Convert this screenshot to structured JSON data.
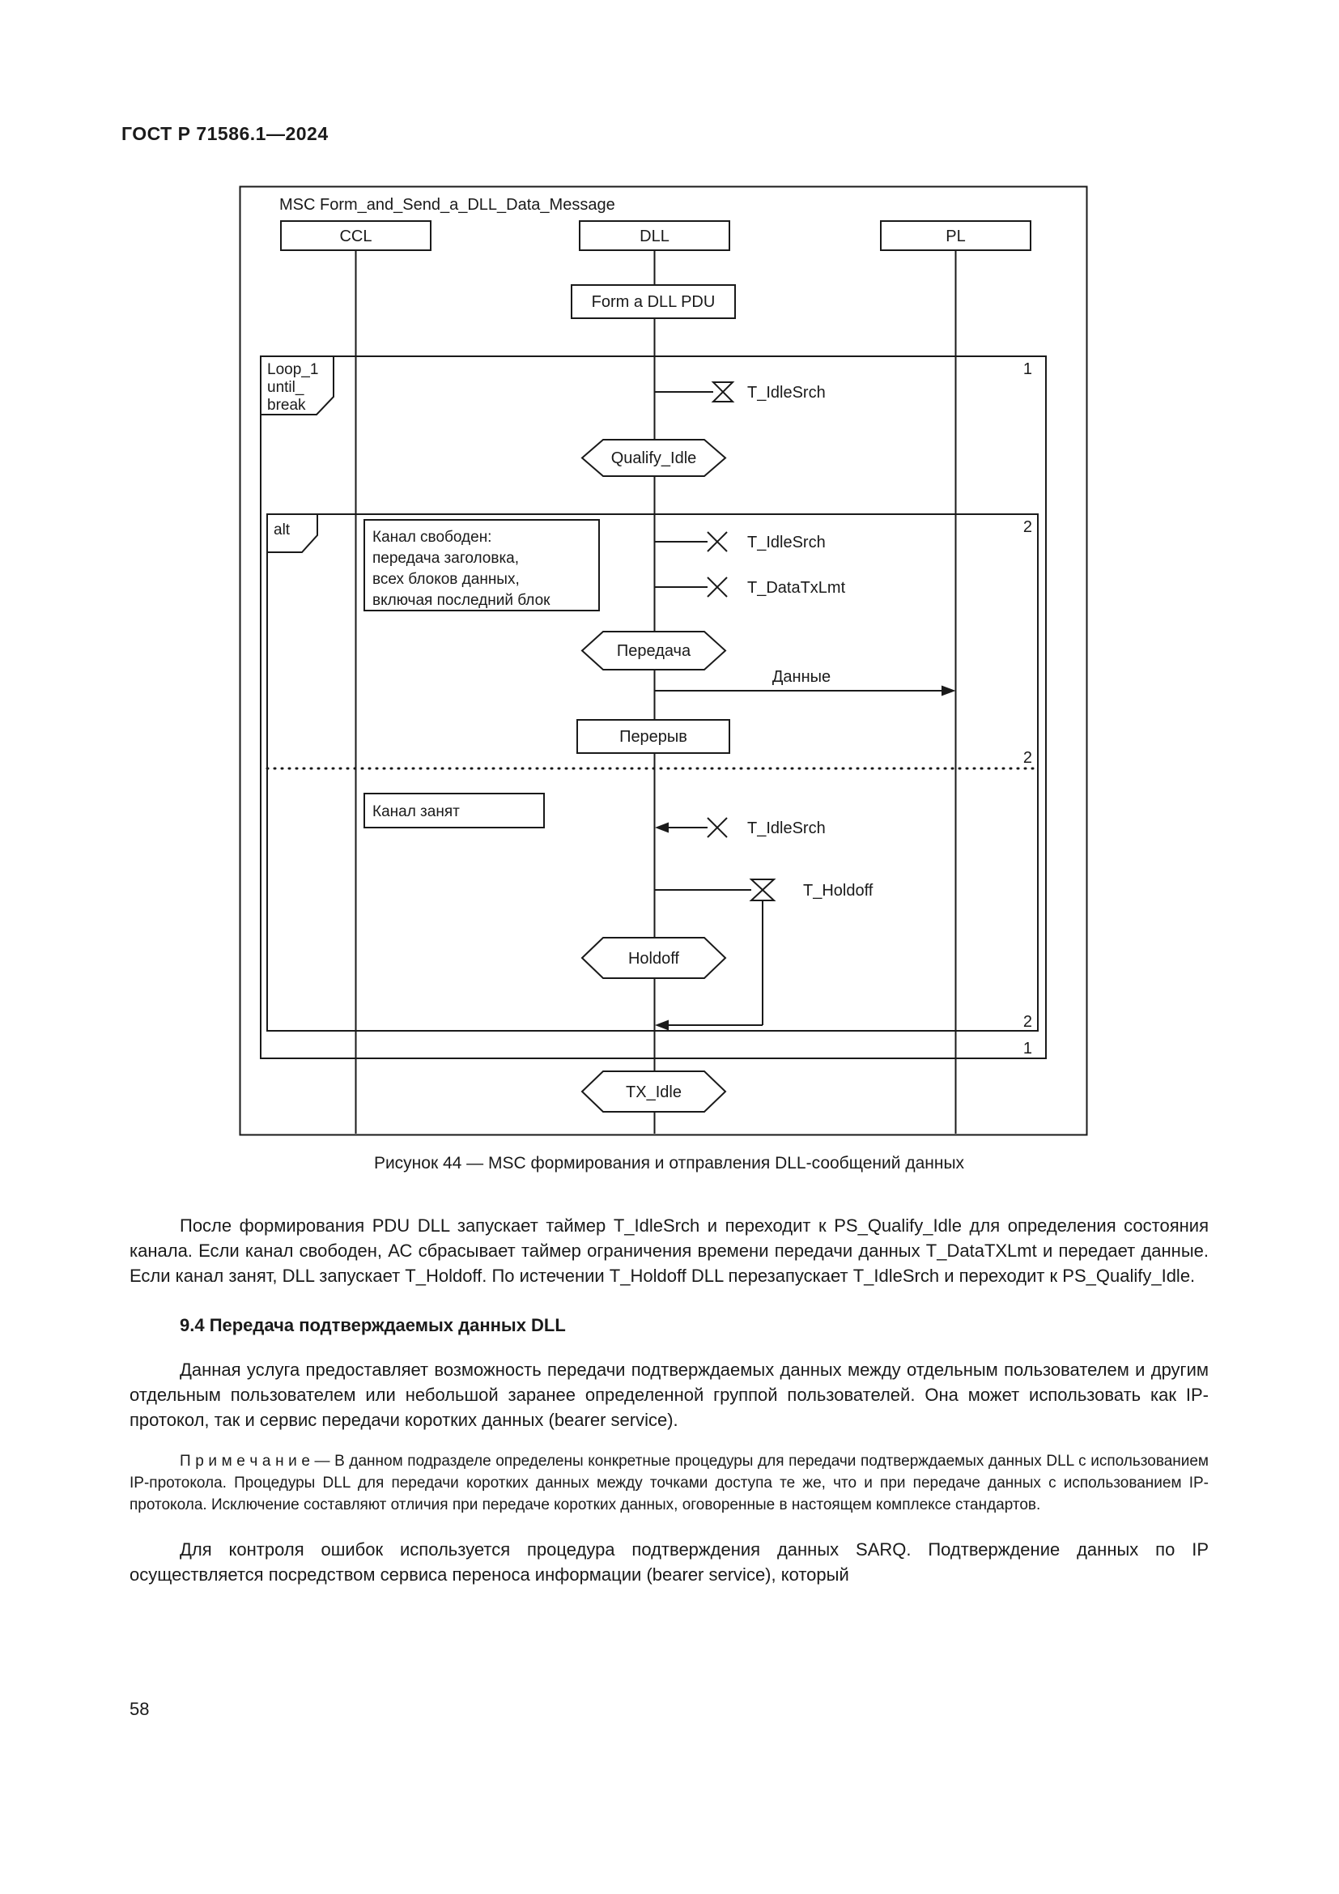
{
  "page": {
    "header": "ГОСТ Р 71586.1—2024",
    "page_number": "58"
  },
  "figure": {
    "caption": "Рисунок 44 — MSC формирования и отправления DLL-сообщений данных",
    "msc_title": "MSC Form_and_Send_a_DLL_Data_Message",
    "lifelines": [
      "CCL",
      "DLL",
      "PL"
    ],
    "action_form_pdu": "Form a DLL PDU",
    "loop_label_lines": [
      "Loop_1",
      "until_",
      "break"
    ],
    "alt_label": "alt",
    "marker_1": "1",
    "marker_2": "2",
    "timer_idle_srch": "T_IdleSrch",
    "timer_data_tx_lmt": "T_DataTxLmt",
    "timer_holdoff": "T_Holdoff",
    "state_qualify_idle": "Qualify_Idle",
    "state_peredacha": "Передача",
    "state_holdoff": "Holdoff",
    "state_tx_idle": "TX_Idle",
    "message_data": "Данные",
    "action_pereryv": "Перерыв",
    "comment_channel_free": [
      "Канал свободен:",
      "передача заголовка,",
      "всех блоков данных,",
      "включая последний блок"
    ],
    "comment_channel_busy": "Канал занят"
  },
  "body": {
    "paragraph_1": "После формирования PDU DLL запускает таймер T_IdleSrch и переходит к PS_Qualify_Idle для определения состояния канала. Если канал свободен, АС сбрасывает таймер ограничения времени передачи данных T_DataTXLmt и передает данные. Если канал занят, DLL запускает T_Holdoff. По истечении T_Holdoff DLL перезапускает T_IdleSrch и переходит к PS_Qualify_Idle.",
    "heading_9_4": "9.4 Передача подтверждаемых данных DLL",
    "paragraph_2": "Данная услуга предоставляет возможность передачи подтверждаемых данных между отдельным пользователем и другим отдельным пользователем или небольшой заранее определенной группой пользователей. Она может использовать как IP-протокол, так и сервис передачи коротких данных (bearer service).",
    "note": "П р и м е ч а н и е  — В данном подразделе определены конкретные процедуры для передачи подтверждаемых данных DLL с использованием IP-протокола. Процедуры DLL для передачи коротких данных между точками доступа те же, что и при передаче данных с использованием IP-протокола. Исключение составляют отличия при передаче коротких данных, оговоренные в настоящем комплексе стандартов.",
    "paragraph_3": "Для контроля ошибок используется процедура подтверждения данных SARQ. Подтверждение данных по IP осуществляется посредством сервиса переноса информации (bearer service), который"
  }
}
